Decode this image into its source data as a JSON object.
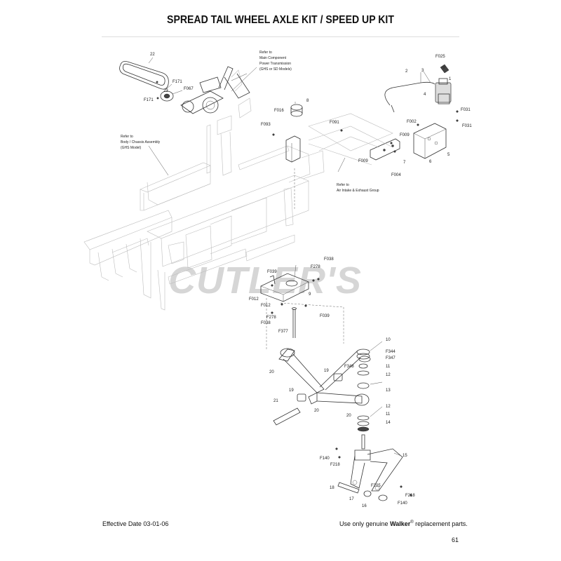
{
  "header": {
    "title": "SPREAD TAIL WHEEL AXLE KIT / SPEED UP KIT"
  },
  "watermark": "CUTLER'S",
  "notes": {
    "main_component": [
      "Refer to",
      "Main Component",
      "Power Transmission",
      "(GHS or SD Models)"
    ],
    "body_chassis": [
      "Refer to",
      "Body / Chassis Assembly",
      "(GHS Model)"
    ],
    "air_intake": [
      "Refer to",
      "Air Intake & Exhaust Group"
    ]
  },
  "labels": {
    "l22": "22",
    "lF171a": "F171",
    "l23": "23",
    "lF067": "F067",
    "lF171b": "F171",
    "lF025": "F025",
    "l2": "2",
    "l3": "3",
    "l1": "1",
    "l4": "4",
    "lF031a": "F031",
    "lF031b": "F031",
    "l8": "8",
    "lF016": "F016",
    "lF093": "F093",
    "lF091": "F091",
    "lF002": "F002",
    "lF009a": "F009",
    "lF009b": "F009",
    "l5": "5",
    "l6": "6",
    "l7": "7",
    "lF004": "F004",
    "lF038a": "F038",
    "lF278a": "F278",
    "lF039a": "F039",
    "l9": "9",
    "lF012a": "F012",
    "lF012b": "F012",
    "lF278b": "F278",
    "lF038b": "F038",
    "lF039b": "F039",
    "lF377": "F377",
    "l10": "10",
    "lF344": "F344",
    "lF347": "F347",
    "l11a": "11",
    "l12a": "12",
    "lF348": "F348",
    "l19a": "19",
    "l20a": "20",
    "l13": "13",
    "l19b": "19",
    "l20b": "20",
    "l21": "21",
    "l20c": "20",
    "l12b": "12",
    "l11b": "11",
    "l14": "14",
    "lF140a": "F140",
    "lF218a": "F218",
    "l15": "15",
    "l18": "18",
    "lF205": "F205",
    "l17": "17",
    "lF218b": "F218",
    "l16": "16",
    "lF140b": "F140"
  },
  "footer": {
    "effective": "Effective Date 03-01-06",
    "use_prefix": "Use only genuine ",
    "brand": "Walker",
    "reg": "®",
    "use_suffix": " replacement parts.",
    "page": "61"
  }
}
